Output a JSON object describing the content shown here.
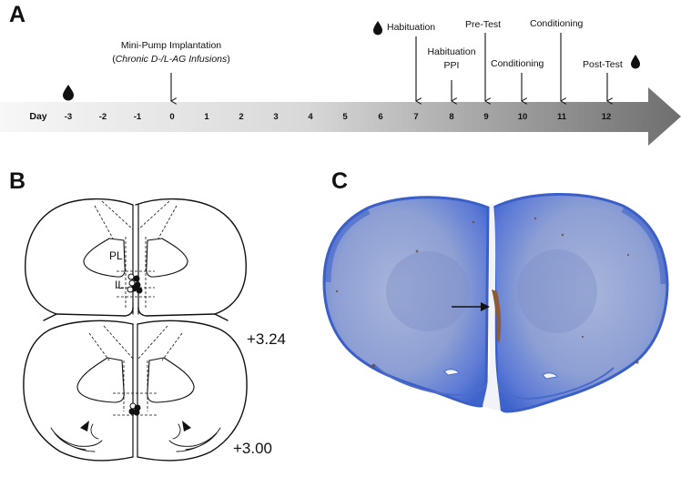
{
  "panels": {
    "a": "A",
    "b": "B",
    "c": "C"
  },
  "timeline": {
    "day_label": "Day",
    "days": [
      "-3",
      "-2",
      "-1",
      "0",
      "1",
      "2",
      "3",
      "4",
      "5",
      "6",
      "7",
      "8",
      "9",
      "10",
      "11",
      "12"
    ]
  },
  "events": {
    "implant_line1": "Mini-Pump Implantation",
    "implant_paren_open": "(",
    "implant_line2": "Chronic D-/L-AG Infusions",
    "implant_paren_close": ")",
    "habituation": "Habituation",
    "habituation_ppi_line1": "Habituation",
    "habituation_ppi_line2": "PPI",
    "pretest": "Pre-Test",
    "conditioning_10": "Conditioning",
    "conditioning_11": "Conditioning",
    "posttest": "Post-Test"
  },
  "atlas": {
    "pl_label": "PL",
    "il_label": "IL",
    "coord_upper": "+3.24",
    "coord_lower": "+3.00"
  },
  "colors": {
    "arrow_light": "#f4f4f4",
    "arrow_dark": "#7a7a7a",
    "tissue_blue": "#4a6fd0"
  }
}
